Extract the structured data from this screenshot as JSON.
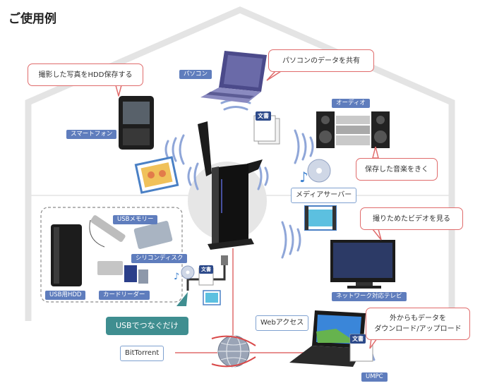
{
  "title": "ご使用例",
  "callouts": {
    "hdd_photo": "撮影した写真をHDD保存する",
    "pc_share": "パソコンのデータを共有",
    "music": "保存した音楽をきく",
    "video": "撮りためたビデオを見る",
    "outside_line1": "外からもデータを",
    "outside_line2": "ダウンロード/アップロード"
  },
  "device_tags": {
    "pc": "パソコン",
    "smartphone": "スマートフォン",
    "audio": "オーディオ",
    "usb_memory": "USBメモリー",
    "silicon_disk": "シリコンディスク",
    "usb_hdd": "USB用HDD",
    "card_reader": "カードリーダー",
    "network_tv": "ネットワーク対応テレビ",
    "umpc": "UMPC"
  },
  "labels": {
    "media_server": "メディアサーバー",
    "usb_connect": "USBでつなぐだけ",
    "web_access": "Webアクセス",
    "bittorrent": "BitTorrent",
    "document": "文書"
  },
  "colors": {
    "callout_border": "#e06b6b",
    "tag_bg": "#5f7dbd",
    "teal": "#3f8e90",
    "house_outline": "#e4e4e4",
    "wave": "#8fa6d8",
    "link_line": "#e06b6b"
  }
}
